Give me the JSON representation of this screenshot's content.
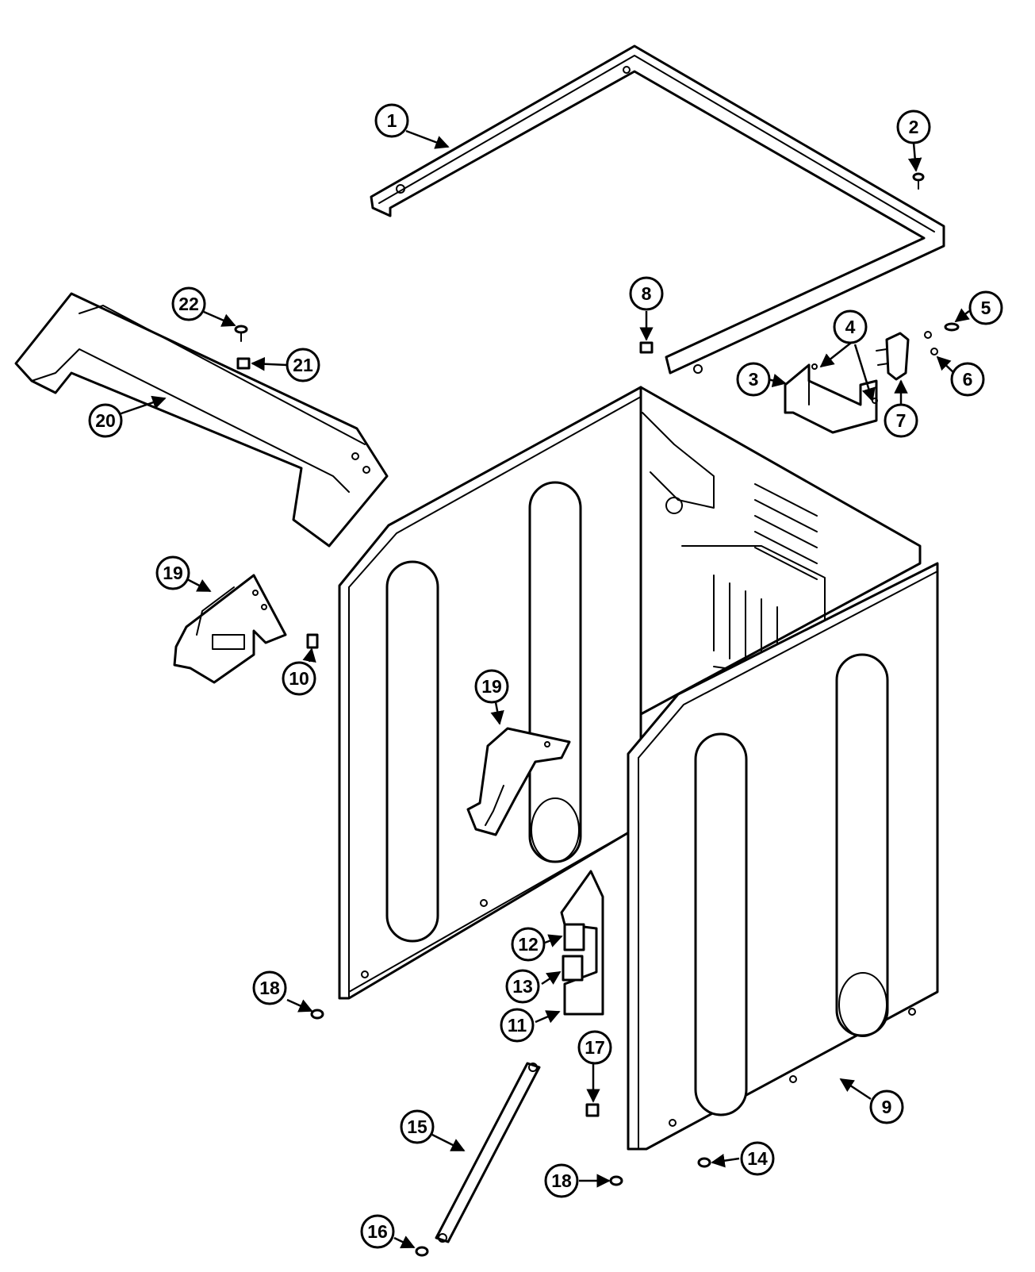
{
  "callouts": [
    {
      "label": "1"
    },
    {
      "label": "2"
    },
    {
      "label": "3"
    },
    {
      "label": "4"
    },
    {
      "label": "5"
    },
    {
      "label": "6"
    },
    {
      "label": "7"
    },
    {
      "label": "8"
    },
    {
      "label": "9"
    },
    {
      "label": "10"
    },
    {
      "label": "11"
    },
    {
      "label": "12"
    },
    {
      "label": "13"
    },
    {
      "label": "14"
    },
    {
      "label": "15"
    },
    {
      "label": "16"
    },
    {
      "label": "17"
    },
    {
      "label": "18"
    },
    {
      "label": "18"
    },
    {
      "label": "19"
    },
    {
      "label": "19"
    },
    {
      "label": "20"
    },
    {
      "label": "21"
    },
    {
      "label": "22"
    }
  ]
}
